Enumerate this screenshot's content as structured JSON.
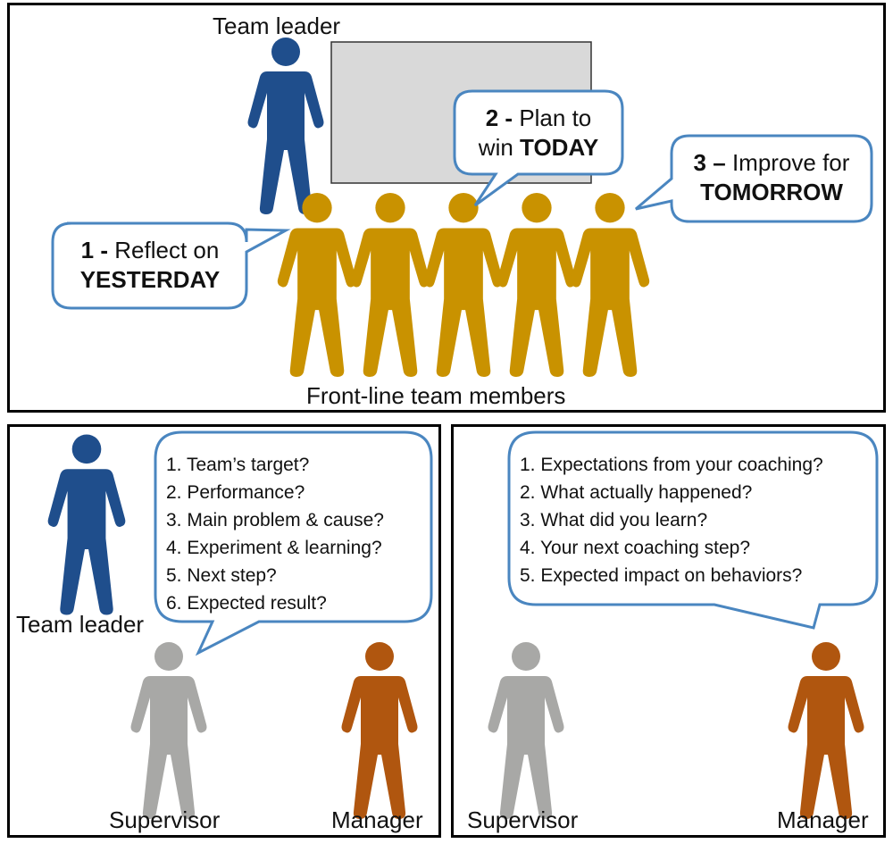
{
  "top_panel": {
    "team_leader_label": "Team leader",
    "front_line_label": "Front-line team members",
    "bubble_1": {
      "prefix": "1 -",
      "text": "Reflect on",
      "emphasis": "YESTERDAY"
    },
    "bubble_2": {
      "prefix": "2 -",
      "text": "Plan to",
      "pre_emphasis": "win",
      "emphasis": "TODAY"
    },
    "bubble_3": {
      "prefix": "3 –",
      "text": "Improve for",
      "emphasis": "TOMORROW"
    }
  },
  "bottom_left_panel": {
    "team_leader_label": "Team leader",
    "supervisor_label": "Supervisor",
    "manager_label": "Manager",
    "questions": [
      "1. Team’s target?",
      "2. Performance?",
      "3. Main problem & cause?",
      "4. Experiment & learning?",
      "5. Next step?",
      "6. Expected result?"
    ]
  },
  "bottom_right_panel": {
    "supervisor_label": "Supervisor",
    "manager_label": "Manager",
    "questions": [
      "1. Expectations from your coaching?",
      "2. What actually happened?",
      "3. What did you learn?",
      "4. Your next coaching step?",
      "5. Expected impact on behaviors?"
    ]
  },
  "colors": {
    "team_leader": "#1f4e8c",
    "front_line": "#c99200",
    "supervisor": "#a8a8a6",
    "manager": "#b0560f",
    "bubble_border": "#4a86c0",
    "board_fill": "#d9d9d9"
  }
}
